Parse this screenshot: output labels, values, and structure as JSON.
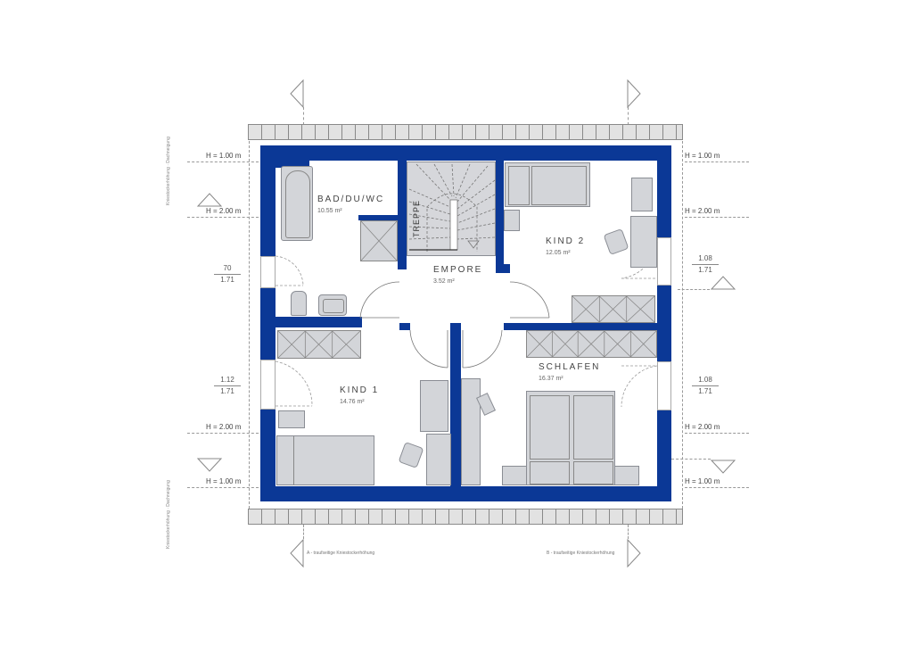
{
  "plan": {
    "wall_color": "#0b3896",
    "furniture_color": "#d3d5d9",
    "rooms": [
      {
        "name": "BAD/DU/WC",
        "area": "10.55 m²"
      },
      {
        "name": "EMPORE",
        "area": "3.52 m²"
      },
      {
        "name": "KIND 2",
        "area": "12.05 m²"
      },
      {
        "name": "KIND 1",
        "area": "14.76 m²"
      },
      {
        "name": "SCHLAFEN",
        "area": "16.37 m²"
      }
    ],
    "stair_label": "TREPPE"
  },
  "annotations": {
    "left": {
      "h100_top": "H = 1.00 m",
      "h200_top": "H = 2.00 m",
      "frac1_top": "70",
      "frac1_bottom": "1.71",
      "frac2_top": "1.12",
      "frac2_bottom": "1.71",
      "h200_bottom": "H = 2.00 m",
      "h100_bottom": "H = 1.00 m"
    },
    "right": {
      "h100_top": "H = 1.00 m",
      "h200_top": "H = 2.00 m",
      "frac1_top": "1.08",
      "frac1_bottom": "1.71",
      "frac2_top": "1.08",
      "frac2_bottom": "1.71",
      "h200_bottom": "H = 2.00 m",
      "h100_bottom": "H = 1.00 m"
    },
    "section_note_left": "A - traufseitige Kniestockerhöhung",
    "section_note_right": "B - traufseitige Kniestockerhöhung"
  }
}
